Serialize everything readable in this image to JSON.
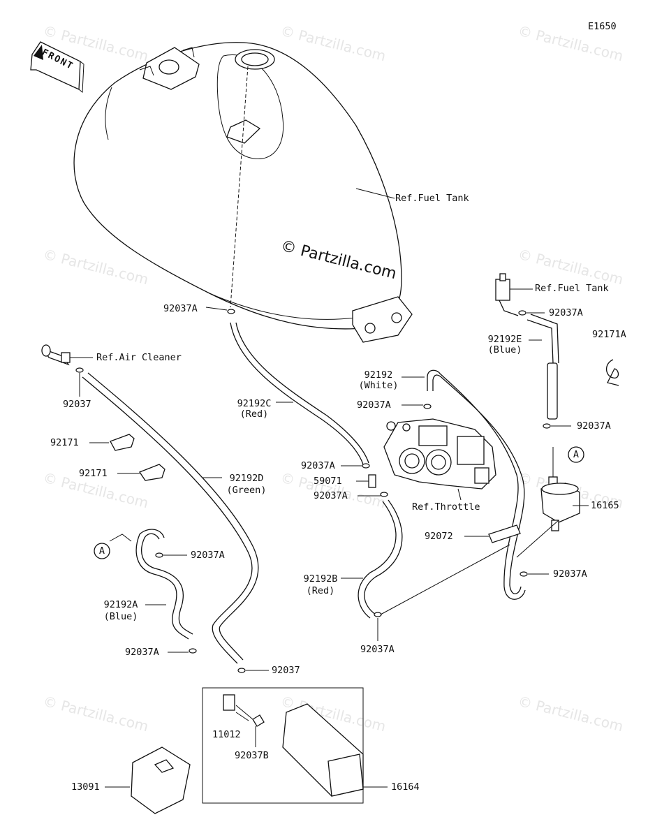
{
  "diagram": {
    "code": "E1650",
    "front_label": "FRONT",
    "copyright": "© Partzilla.com",
    "watermark": "© Partzilla.com"
  },
  "parts": {
    "ref_fuel_tank_main": "Ref.Fuel Tank",
    "ref_fuel_tank_right": "Ref.Fuel Tank",
    "ref_air_cleaner": "Ref.Air Cleaner",
    "ref_throttle": "Ref.Throttle",
    "p92037A_tank": "92037A",
    "p92037A_right_top": "92037A",
    "p92192E": "92192E",
    "p92192E_color": "(Blue)",
    "p92171A": "92171A",
    "p92037_air": "92037",
    "p92192": "92192",
    "p92192_color": "(White)",
    "p92037A_white": "92037A",
    "p92037A_right_mid": "92037A",
    "p92171_1": "92171",
    "p92171_2": "92171",
    "p92192C": "92192C",
    "p92192C_color": "(Red)",
    "p92037A_upper_throttle": "92037A",
    "p59071": "59071",
    "p92037A_lower_throttle": "92037A",
    "p92192D": "92192D",
    "p92192D_color": "(Green)",
    "p16165": "16165",
    "p92072": "92072",
    "p92037A_left": "92037A",
    "p92037A_right_low": "92037A",
    "p92192B": "92192B",
    "p92192B_color": "(Red)",
    "p92192A": "92192A",
    "p92192A_color": "(Blue)",
    "p92037A_bottom_left": "92037A",
    "p92037A_bottom_mid": "92037A",
    "p92037_bottom": "92037",
    "p11012": "11012",
    "p92037B": "92037B",
    "p13091": "13091",
    "p16164": "16164",
    "marker_a_left": "A",
    "marker_a_right": "A"
  }
}
